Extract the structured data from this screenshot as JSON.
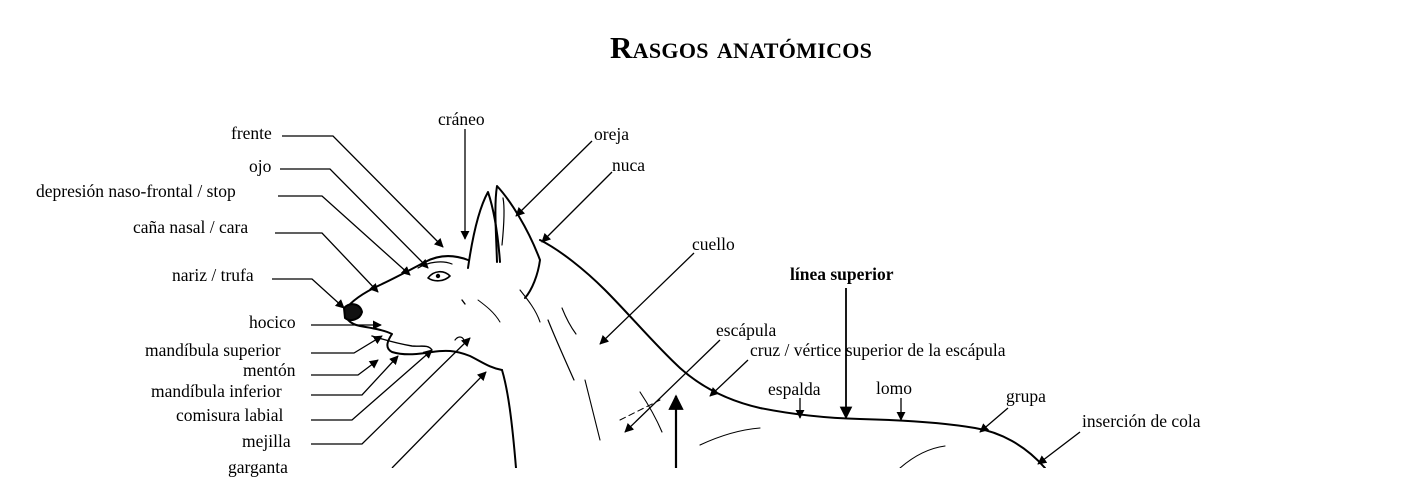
{
  "title": "Rasgos anatómicos",
  "labels": {
    "frente": "frente",
    "ojo": "ojo",
    "stop": "depresión naso-frontal / stop",
    "cana_nasal": "caña nasal / cara",
    "nariz": "nariz / trufa",
    "hocico": "hocico",
    "mandibula_superior": "mandíbula superior",
    "menton": "mentón",
    "mandibula_inferior": "mandíbula inferior",
    "comisura": "comisura labial",
    "mejilla": "mejilla",
    "garganta": "garganta",
    "craneo": "cráneo",
    "oreja": "oreja",
    "nuca": "nuca",
    "cuello": "cuello",
    "linea_superior": "línea superior",
    "escapula": "escápula",
    "cruz": "cruz / vértice superior de la escápula",
    "espalda": "espalda",
    "lomo": "lomo",
    "grupa": "grupa",
    "insercion_cola": "inserción de cola"
  }
}
